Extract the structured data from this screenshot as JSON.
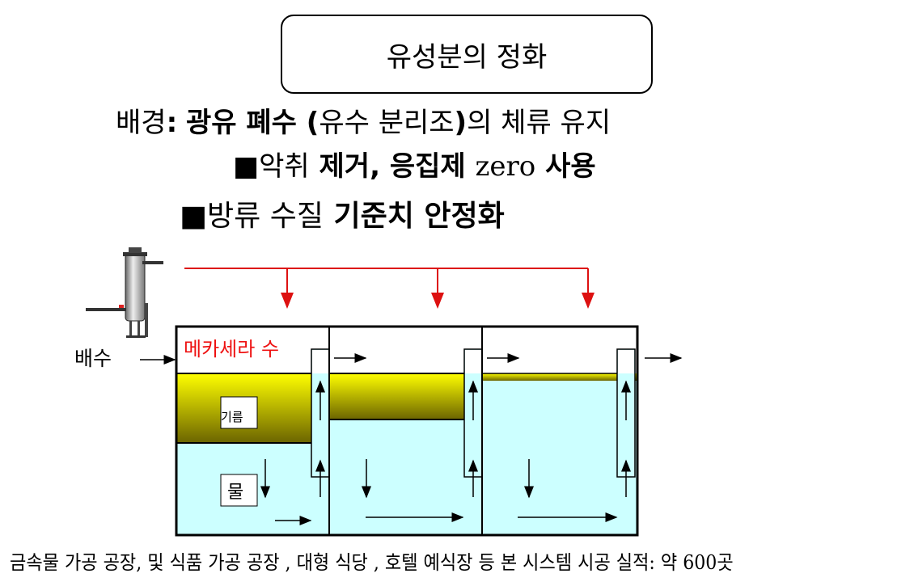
{
  "title": "유성분의 정화",
  "background_line": {
    "prefix": "배경",
    "colon": ":",
    "bold1": "광유 폐수 (",
    "normal": "유수 분리조",
    "bold2": ")",
    "rest": "의 체류 유지"
  },
  "bullets": [
    {
      "marker": "■",
      "normal": "악취",
      "bold": " 제거,  응집제 ",
      "serif": "zero",
      "bold_end": " 사용"
    },
    {
      "marker": "■",
      "normal": "방류 수질",
      "bold": " 기준치 안정화"
    }
  ],
  "diagram": {
    "inlet_label": "배수",
    "tank_label": "메카세라 수",
    "oil_label": "기름",
    "water_label": "물",
    "colors": {
      "oil_top": "#ffff00",
      "oil_bottom": "#6b6400",
      "water": "#ccffff",
      "injection_line": "#dd1111"
    }
  },
  "footer": "금속물 가공 공장, 및 식품 가공 공장 , 대형 식당 , 호텔 예식장 등 본 시스템 시공 실적: 약 600곳"
}
